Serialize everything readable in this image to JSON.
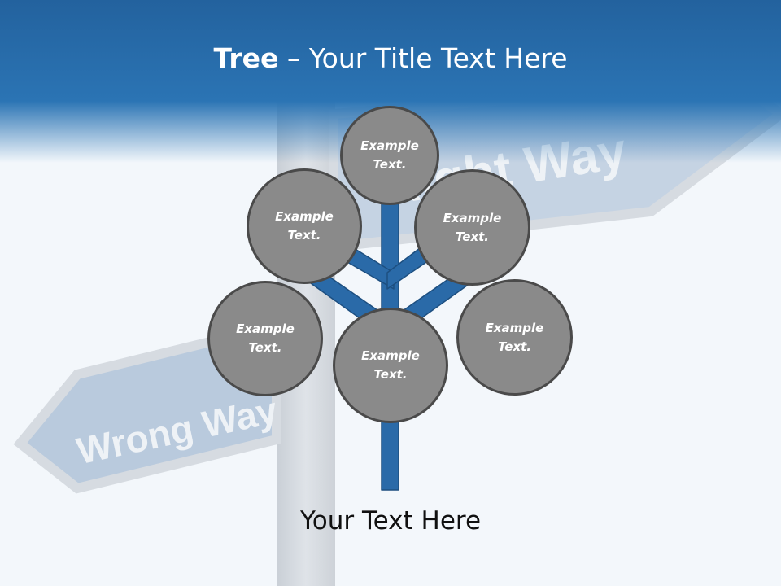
{
  "slide": {
    "title_bold": "Tree",
    "title_sep": " – ",
    "title_rest": "Your Title Text Here",
    "footer_text": "Your Text Here"
  },
  "background": {
    "sign_right": "Right Way",
    "sign_left": "Wrong Way"
  },
  "nodes": [
    {
      "label": "Example Text."
    },
    {
      "label": "Example Text."
    },
    {
      "label": "Example Text."
    },
    {
      "label": "Example Text."
    },
    {
      "label": "Example Text."
    },
    {
      "label": "Example Text."
    }
  ],
  "colors": {
    "header": "#2b74b4",
    "branch": "#2a6aa8",
    "node_fill": "#8a8a8a",
    "node_border": "#4a4a4a"
  }
}
